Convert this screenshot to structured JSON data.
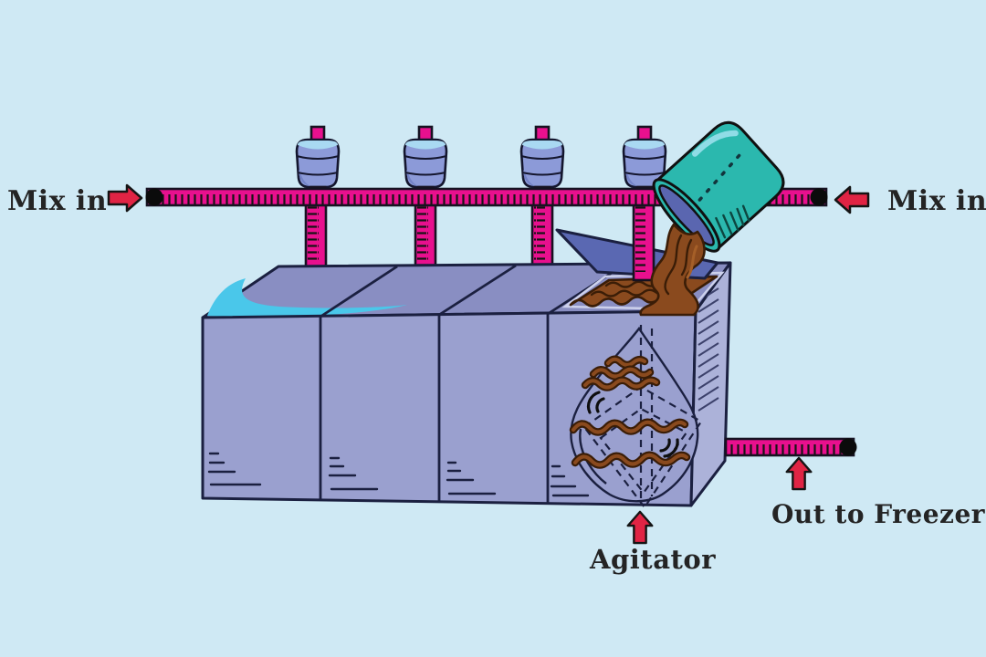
{
  "diagram": {
    "labels": {
      "mix_in_left": "Mix in",
      "mix_in_right": "Mix in",
      "agitator": "Agitator",
      "out_to_freezer": "Out to Freezer"
    },
    "components": {
      "ingredient_bottles": 4,
      "machine_compartments": 4
    },
    "colors": {
      "background": "#cfe9f4",
      "pipe": "#e8108e",
      "arrow": "#e02444",
      "outline": "#1b2040",
      "machine_front": "#9aa0cf",
      "machine_top": "#898ec2",
      "machine_side": "#acb2d9",
      "cyan_highlight": "#4ac7ea",
      "lid": "#5a68b2",
      "cup": "#2bb8ae",
      "cup_interior": "#5a66b0",
      "chocolate": "#8a4a1e",
      "chocolate_dark": "#3a1d07",
      "bottle_body": "#8c9ad8",
      "bottle_water": "#a9d9f2",
      "text": "#242424"
    }
  }
}
